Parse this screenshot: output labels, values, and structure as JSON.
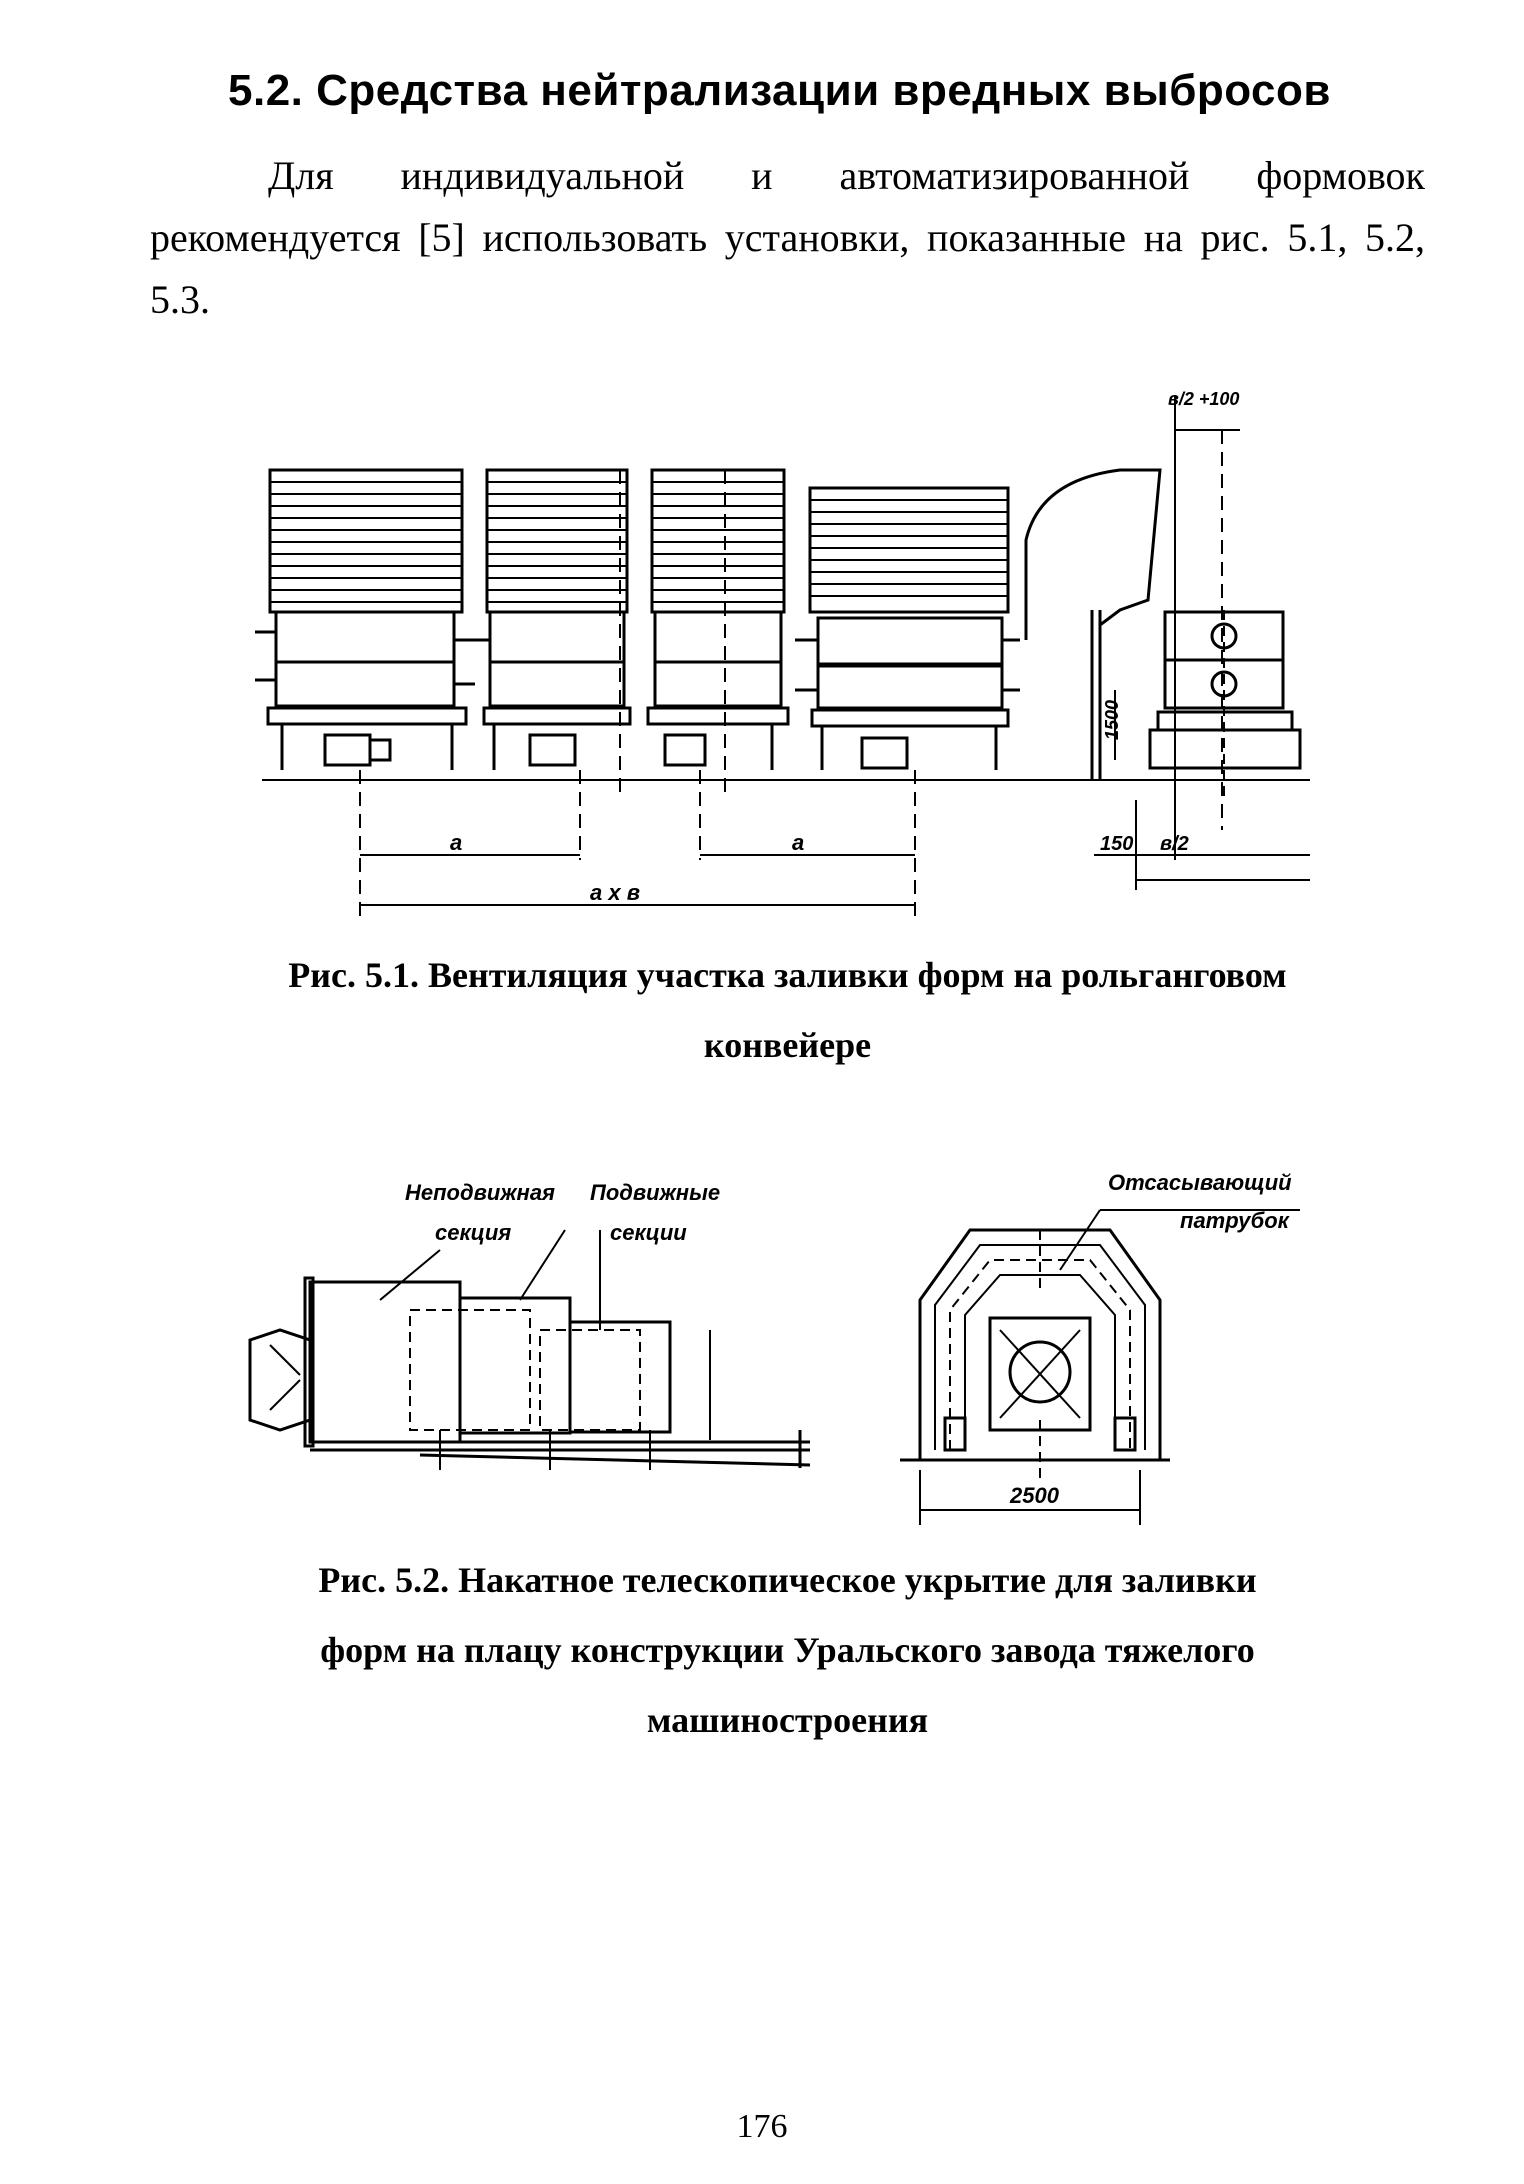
{
  "heading": "5.2. Средства нейтрализации вредных выбросов",
  "paragraph": "Для индивидуальной и автоматизированной формовок рекомендуется [5] использовать установки, показанные на рис. 5.1, 5.2, 5.3.",
  "figure_1": {
    "caption_line1": "Рис. 5.1. Вентиляция участка заливки форм на рольганговом",
    "caption_line2": "конвейере",
    "labels": {
      "a_left": "а",
      "a_right": "а",
      "a_times_b": "а х в",
      "dim_150": "150",
      "dim_b_half": "в/2",
      "dim_b_half_plus": "в/2 +100",
      "dim_vertical": "1500"
    }
  },
  "figure_2": {
    "caption_line1": "Рис. 5.2. Накатное телескопическое укрытие для заливки",
    "caption_line2": "форм на плацу конструкции Уральского завода тяжелого",
    "caption_line3": "машиностроения",
    "labels": {
      "fixed_1": "Неподвижная",
      "fixed_2": "секция",
      "movable_1": "Подвижные",
      "movable_2": "секции",
      "suction_1": "Отсасывающий",
      "suction_2": "патрубок",
      "width": "2500"
    }
  },
  "page_number": "176"
}
